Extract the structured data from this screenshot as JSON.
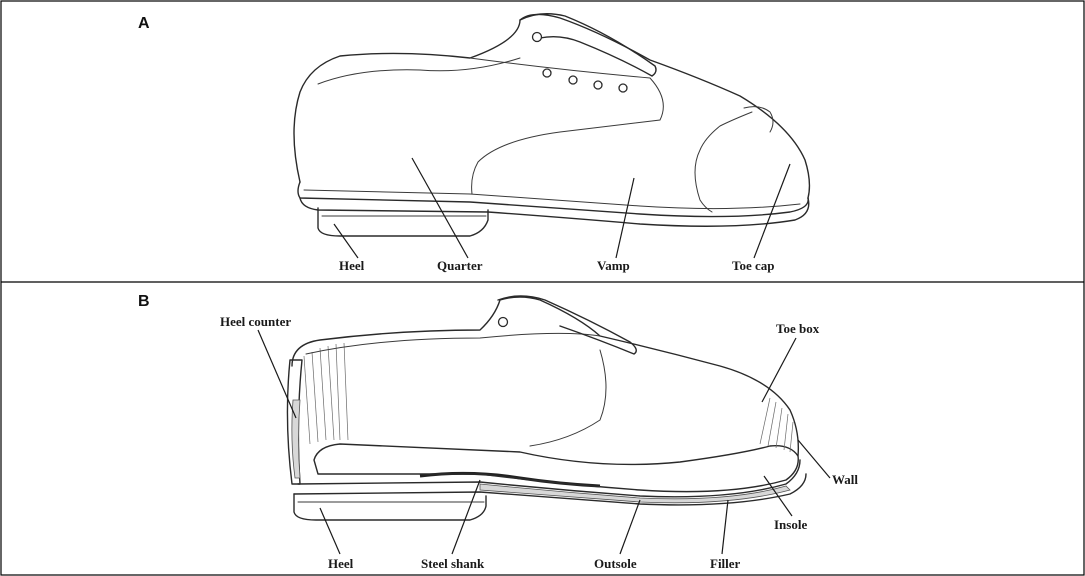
{
  "panels": [
    {
      "letter": "A",
      "labels": {
        "heel": "Heel",
        "quarter": "Quarter",
        "vamp": "Vamp",
        "toe_cap": "Toe cap"
      }
    },
    {
      "letter": "B",
      "labels": {
        "heel_counter": "Heel counter",
        "toe_box": "Toe box",
        "wall": "Wall",
        "insole": "Insole",
        "heel": "Heel",
        "steel_shank": "Steel shank",
        "outsole": "Outsole",
        "filler": "Filler"
      }
    }
  ],
  "colors": {
    "border": "#000000",
    "ink": "#1a1a1a",
    "background": "#ffffff"
  }
}
